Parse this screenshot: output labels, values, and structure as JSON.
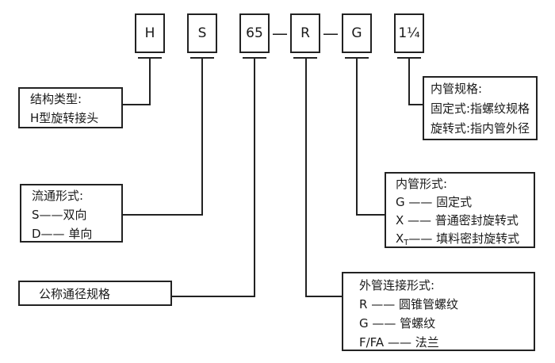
{
  "diagram": {
    "code_boxes": [
      "H",
      "S",
      "65",
      "R",
      "G",
      "1¼"
    ],
    "separators": {
      "dash1": "—",
      "dash2": "—"
    },
    "callouts": {
      "structure_type": {
        "lines": [
          "结构类型:",
          "H型旋转接头"
        ]
      },
      "flow_form": {
        "lines": [
          "流通形式:",
          "S——双向",
          "D—— 单向"
        ]
      },
      "nominal_diameter": {
        "lines": [
          "公称通径规格"
        ]
      },
      "inner_tube_spec": {
        "lines": [
          "内管规格:",
          "固定式:指螺纹规格",
          "旋转式:指内管外径"
        ]
      },
      "inner_tube_form": {
        "lines": [
          "内管形式:",
          "G —— 固定式",
          "X —— 普通密封旋转式"
        ],
        "xt_line": {
          "pre": "X",
          "sub": "T",
          "post": "—— 填料密封旋转式"
        }
      },
      "outer_tube_connection": {
        "lines": [
          "外管连接形式:",
          "R —— 圆锥管螺纹",
          "G —— 管螺纹",
          "F/FA —— 法兰"
        ]
      }
    },
    "colors": {
      "line": "#222222",
      "background": "#ffffff",
      "text": "#1a1a1a"
    }
  }
}
